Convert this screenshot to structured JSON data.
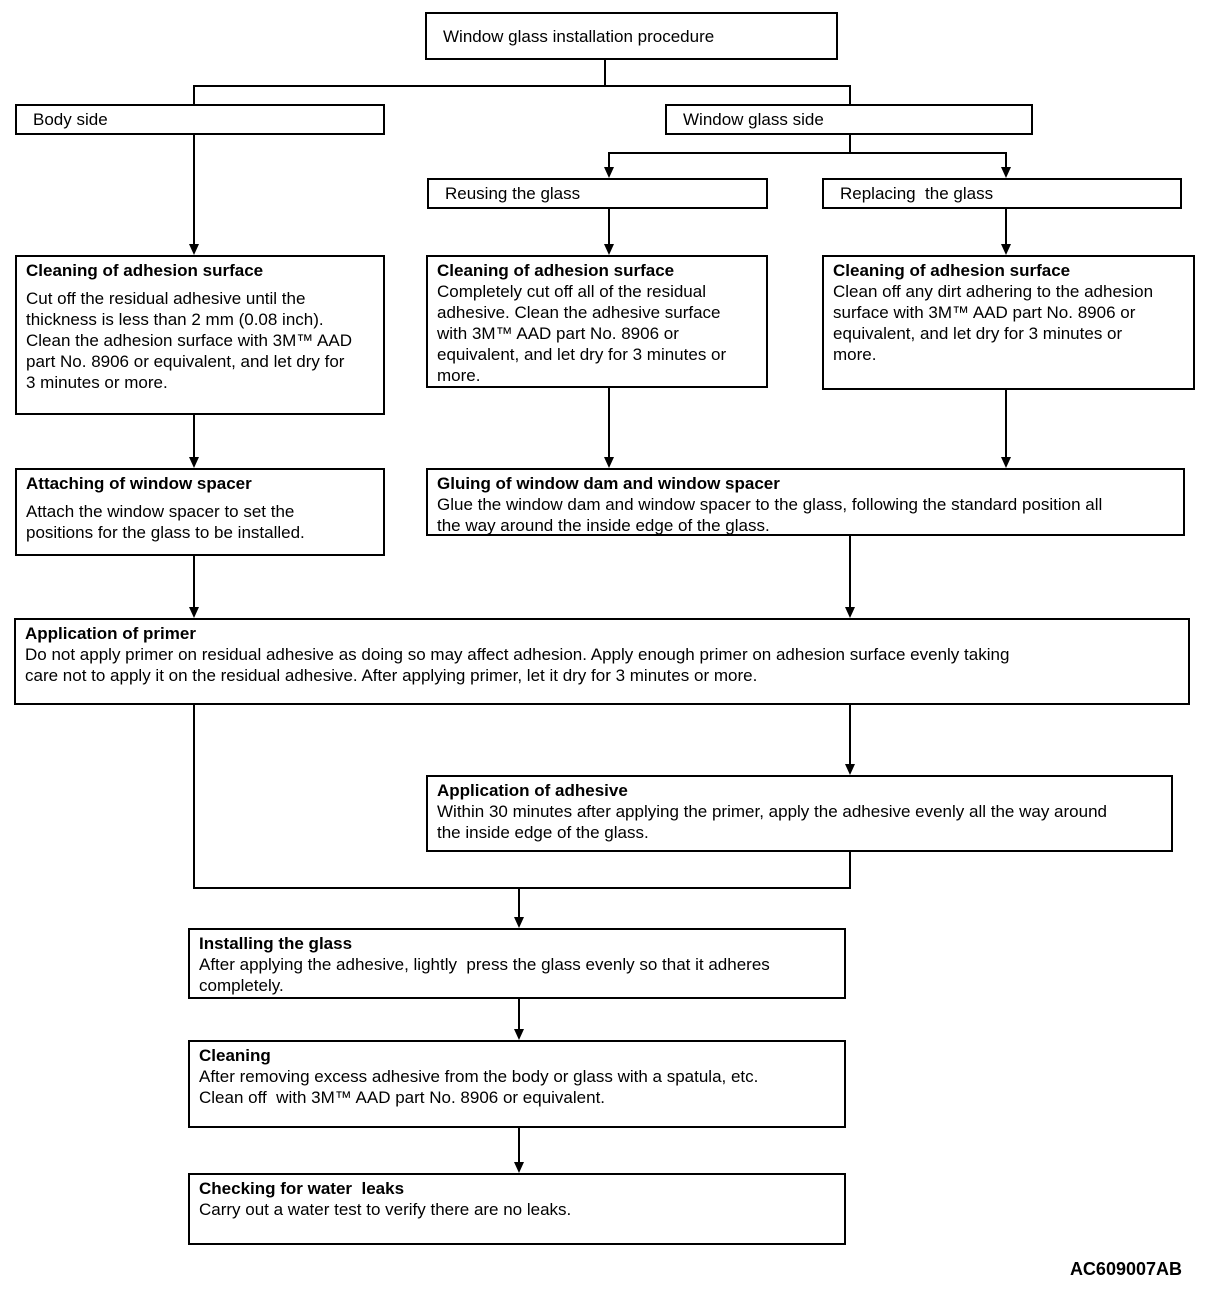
{
  "diagram": {
    "figure_code": "AC609007AB",
    "colors": {
      "line": "#000000",
      "background": "#ffffff",
      "box_fill": "#ffffff",
      "text": "#000000"
    },
    "icons": {
      "arrow_down": "filled triangle (CSS border shape)"
    },
    "nodes": {
      "title": {
        "label": "Window glass installation procedure"
      },
      "body_side": {
        "label": "Body side"
      },
      "window_glass_side": {
        "label": "Window glass side"
      },
      "reusing": {
        "label": "Reusing the glass"
      },
      "replacing": {
        "label": "Replacing  the glass"
      },
      "clean_body": {
        "title": "Cleaning of adhesion surface",
        "body": "Cut off the residual adhesive until the\nthickness is less than 2 mm (0.08 inch).\nClean the adhesion surface with 3M™ AAD\npart No. 8906 or equivalent, and let dry for\n3 minutes or more."
      },
      "clean_reuse": {
        "title": "Cleaning of adhesion surface",
        "body": "Completely cut off all of the residual\nadhesive. Clean the adhesive surface\nwith 3M™ AAD part No. 8906 or\nequivalent, and let dry for 3 minutes or\nmore."
      },
      "clean_replace": {
        "title": "Cleaning of adhesion surface",
        "body": "Clean off any dirt adhering to the adhesion\nsurface with 3M™ AAD part No. 8906 or\nequivalent, and let dry for 3 minutes or\nmore."
      },
      "attaching": {
        "title": "Attaching of window spacer",
        "body": "Attach the window spacer to set the\npositions for the glass to be installed."
      },
      "gluing": {
        "title": "Gluing of window dam and window spacer",
        "body": "Glue the window dam and window spacer to the glass, following the standard position all\nthe way around the inside edge of the glass."
      },
      "primer": {
        "title": "Application of primer",
        "body": "Do not apply primer on residual adhesive as doing so may affect adhesion. Apply enough primer on adhesion surface evenly taking\ncare not to apply it on the residual adhesive. After applying primer, let it dry for 3 minutes or more."
      },
      "adhesive": {
        "title": "Application of adhesive",
        "body": "Within 30 minutes after applying the primer, apply the adhesive evenly all the way around\nthe inside edge of the glass."
      },
      "installing": {
        "title": "Installing the glass",
        "body": "After applying the adhesive, lightly  press the glass evenly so that it adheres\ncompletely."
      },
      "cleaning": {
        "title": "Cleaning",
        "body": "After removing excess adhesive from the body or glass with a spatula, etc.\nClean off  with 3M™ AAD part No. 8906 or equivalent."
      },
      "checking": {
        "title": "Checking for water  leaks",
        "body": "Carry out a water test to verify there are no leaks."
      }
    }
  }
}
